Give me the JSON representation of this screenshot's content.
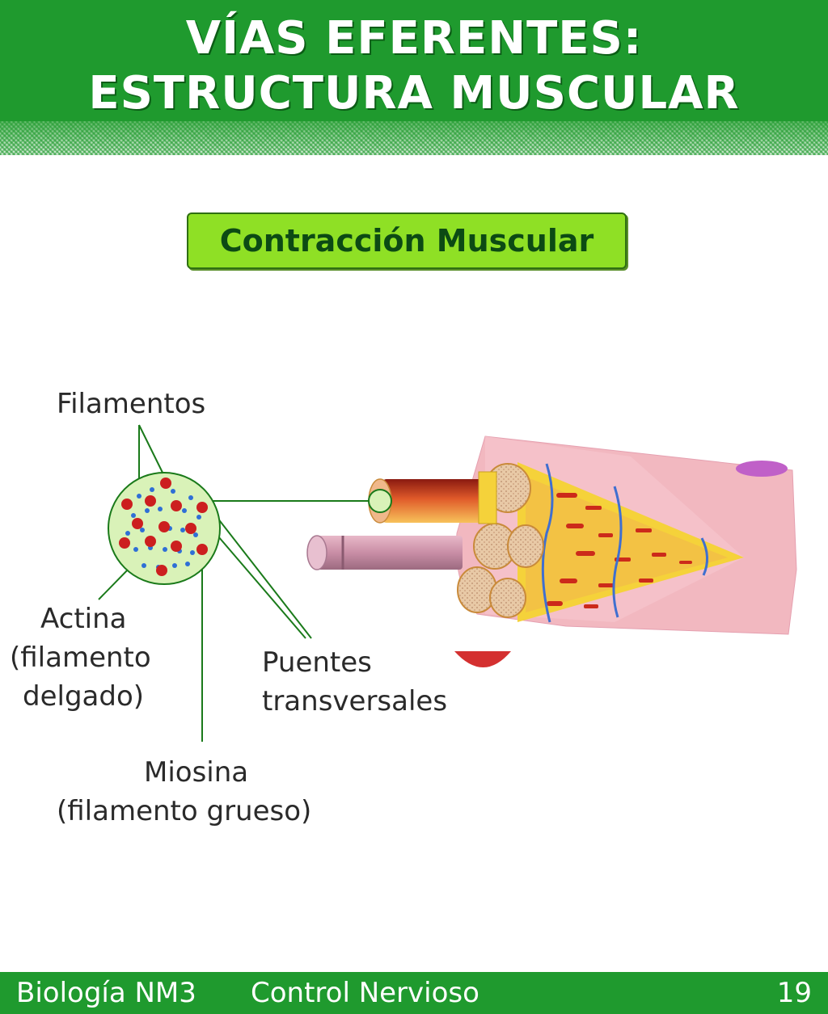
{
  "header": {
    "title_line1": "VÍAS EFERENTES:",
    "title_line2": "ESTRUCTURA MUSCULAR"
  },
  "badge": {
    "label": "Contracción Muscular"
  },
  "diagram": {
    "labels": {
      "filamentos": "Filamentos",
      "actina_line1": "Actina",
      "actina_line2": "(filamento",
      "actina_line3": "delgado)",
      "puentes_line1": "Puentes",
      "puentes_line2": "transversales",
      "miosina_line1": "Miosina",
      "miosina_line2": "(filamento grueso)"
    },
    "colors": {
      "myosin": "#cc1f1f",
      "actin": "#2f6fd6",
      "cross_section_fill": "#d9f2b8",
      "connector": "#1a7a1a",
      "muscle": "#f2b8c0",
      "fascicle": "#f5d23a"
    }
  },
  "footer": {
    "subject": "Biología NM3",
    "topic": "Control Nervioso",
    "page_number": "19"
  }
}
